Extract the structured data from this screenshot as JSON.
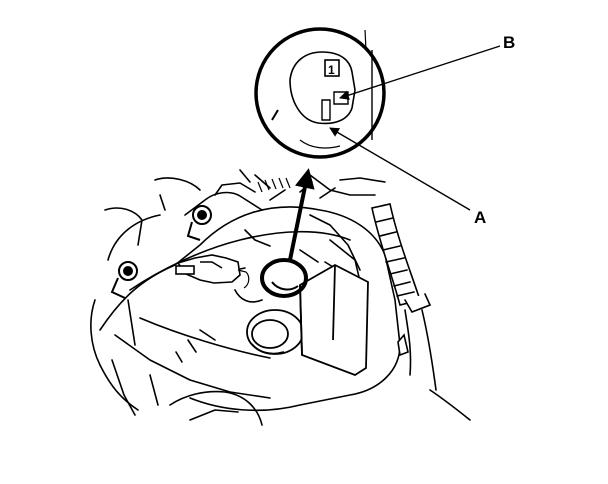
{
  "diagram": {
    "callouts": [
      {
        "id": "A",
        "text": "A"
      },
      {
        "id": "B",
        "text": "B"
      }
    ],
    "detail_tab_text": "1",
    "colors": {
      "ink": "#000000",
      "paper": "#ffffff"
    }
  }
}
